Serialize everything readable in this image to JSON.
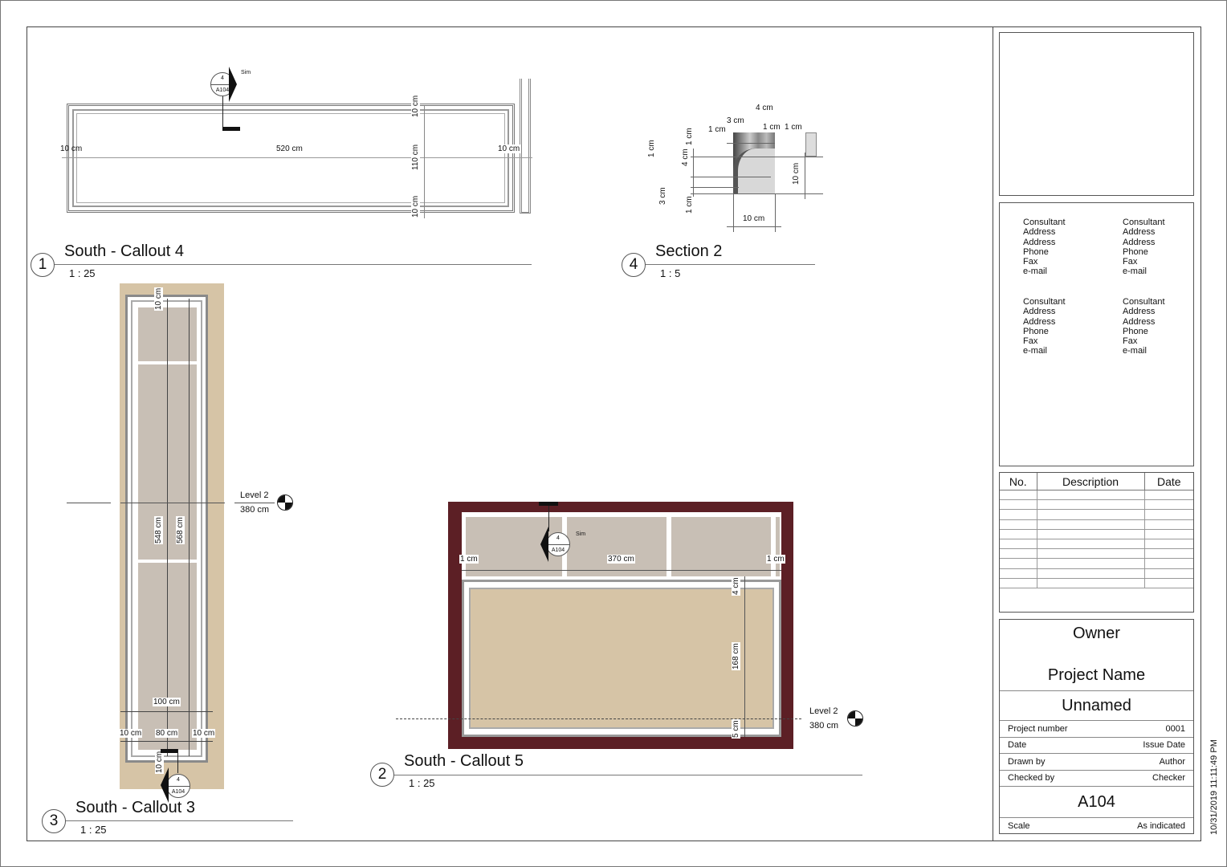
{
  "sheet": {
    "number": "A104",
    "timestamp": "10/31/2019 11:11:49 PM",
    "colors": {
      "wall_beige": "#d6c4a6",
      "panel_gray": "#c8bfb5",
      "maroon": "#5c1f25",
      "frame_gray": "#8a8a8a"
    }
  },
  "title_block": {
    "consultants": [
      {
        "lines": [
          "Consultant",
          "Address",
          "Address",
          "Phone",
          "Fax",
          "e-mail"
        ]
      },
      {
        "lines": [
          "Consultant",
          "Address",
          "Address",
          "Phone",
          "Fax",
          "e-mail"
        ]
      },
      {
        "lines": [
          "Consultant",
          "Address",
          "Address",
          "Phone",
          "Fax",
          "e-mail"
        ]
      },
      {
        "lines": [
          "Consultant",
          "Address",
          "Address",
          "Phone",
          "Fax",
          "e-mail"
        ]
      }
    ],
    "revisions": {
      "headers": [
        "No.",
        "Description",
        "Date"
      ],
      "rows": 10
    },
    "owner": "Owner",
    "project_name": "Project Name",
    "sheet_name": "Unnamed",
    "fields": [
      {
        "label": "Project number",
        "value": "0001"
      },
      {
        "label": "Date",
        "value": "Issue Date"
      },
      {
        "label": "Drawn by",
        "value": "Author"
      },
      {
        "label": "Checked by",
        "value": "Checker"
      }
    ],
    "sheet_number": "A104",
    "scale_label": "Scale",
    "scale_value": "As indicated"
  },
  "views": {
    "v1": {
      "number": "1",
      "title": "South - Callout 4",
      "scale": "1 : 25",
      "dims": {
        "left": "10 cm",
        "width": "520 cm",
        "right": "10 cm",
        "top": "10 cm",
        "height": "110 cm",
        "bottom": "10 cm"
      },
      "callout": {
        "detail": "4",
        "sheet": "A104",
        "note": "Sim"
      }
    },
    "v4": {
      "number": "4",
      "title": "Section 2",
      "scale": "1 : 5",
      "dims": {
        "top_4": "4 cm",
        "top_3": "3 cm",
        "top_1a": "1 cm",
        "top_1b": "1 cm",
        "top_1c": "1 cm",
        "left_1a": "1 cm",
        "left_4": "4 cm",
        "left_1b": "1 cm",
        "left_3": "3 cm",
        "left_1c": "1 cm",
        "height": "10 cm",
        "width": "10 cm"
      }
    },
    "v3": {
      "number": "3",
      "title": "South - Callout 3",
      "scale": "1 : 25",
      "dims": {
        "top": "10 cm",
        "h1": "548 cm",
        "h2": "568 cm",
        "width": "100 cm",
        "left": "10 cm",
        "inner": "80 cm",
        "right": "10 cm",
        "bottom": "10 cm"
      },
      "level": {
        "name": "Level 2",
        "elevation": "380 cm"
      },
      "callout": {
        "detail": "4",
        "sheet": "A104"
      }
    },
    "v2": {
      "number": "2",
      "title": "South - Callout 5",
      "scale": "1 : 25",
      "dims": {
        "left": "1 cm",
        "width": "370 cm",
        "right": "1 cm",
        "top": "4 cm",
        "height": "168 cm",
        "bottom": "5 cm"
      },
      "level": {
        "name": "Level 2",
        "elevation": "380 cm"
      },
      "callout": {
        "detail": "4",
        "sheet": "A104",
        "note": "Sim"
      }
    }
  }
}
